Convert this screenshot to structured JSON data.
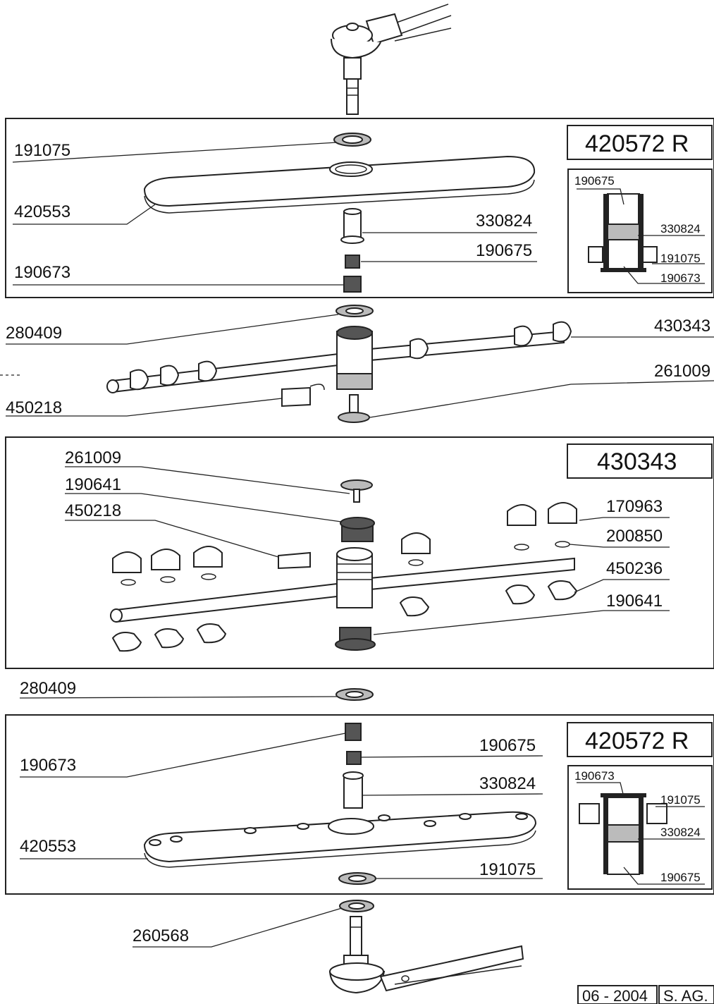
{
  "panel1": {
    "assembly_id": "420572 R",
    "labels": {
      "left_top": "191075",
      "left_mid": "420553",
      "left_bottom": "190673",
      "right_top": "330824",
      "right_bottom": "190675"
    },
    "inset": {
      "top": "190675",
      "mid": "330824",
      "lower": "191075",
      "bottom": "190673"
    }
  },
  "middle": {
    "labels": {
      "top_left": "280409",
      "top_right": "430343",
      "bottom_right": "261009",
      "bottom_left": "450218"
    }
  },
  "panel2": {
    "assembly_id": "430343",
    "labels": {
      "l1": "261009",
      "l2": "190641",
      "l3": "450218",
      "r1": "170963",
      "r2": "200850",
      "r3": "450236",
      "r4": "190641"
    }
  },
  "between": {
    "label": "280409"
  },
  "panel3": {
    "assembly_id": "420572 R",
    "labels": {
      "left_top": "190673",
      "left_bottom": "420553",
      "right_top": "190675",
      "right_mid": "330824",
      "right_bottom": "191075"
    },
    "inset": {
      "top": "190673",
      "r1": "191075",
      "r2": "330824",
      "r3": "190675"
    }
  },
  "bottom": {
    "label": "260568"
  },
  "footer": {
    "date": "06 - 2004",
    "author": "S. AG."
  }
}
